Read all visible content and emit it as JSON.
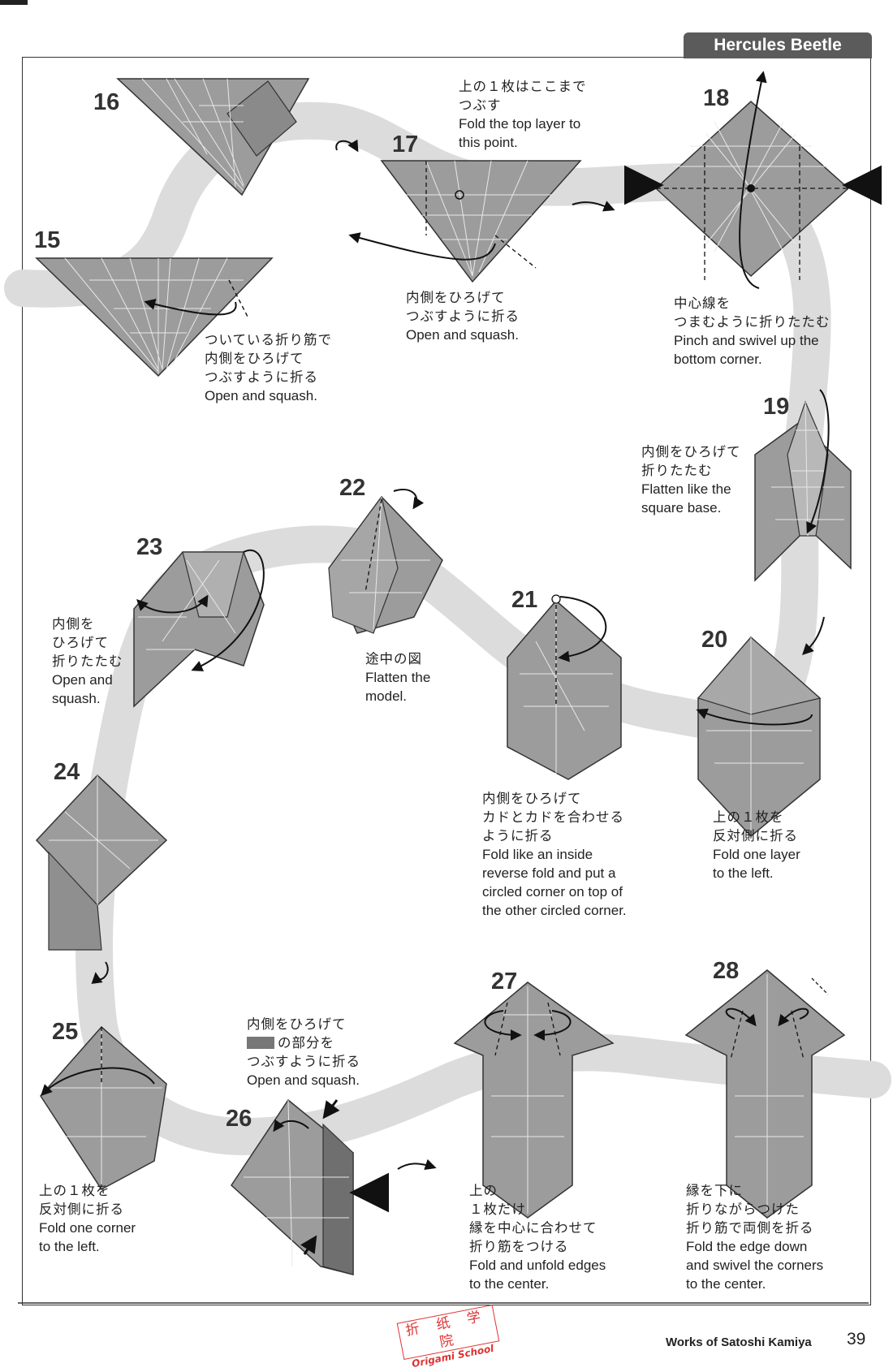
{
  "header": {
    "title": "Hercules Beetle"
  },
  "footer": {
    "author": "Works of Satoshi Kamiya",
    "page_number": "39"
  },
  "stamp": {
    "chinese": "折 纸 学 院",
    "english": "Origami School"
  },
  "colors": {
    "paper": "#9c9c9c",
    "paper_dark": "#6f6f6f",
    "path_band": "#dcdcdc",
    "crease": "#e8e8e8",
    "stamp": "#dd3333"
  },
  "steps": [
    {
      "number": "15",
      "jp": [
        "ついている折り筋で",
        "内側をひろげて",
        "つぶすように折る"
      ],
      "en": [
        "Open and squash."
      ]
    },
    {
      "number": "16",
      "jp": [],
      "en": []
    },
    {
      "number": "17",
      "jp": [
        "内側をひろげて",
        "つぶすように折る"
      ],
      "en": [
        "Open and squash."
      ],
      "note_jp": [
        "上の１枚はここまで",
        "つぶす"
      ],
      "note_en": [
        "Fold the top layer to",
        "this point."
      ]
    },
    {
      "number": "18",
      "jp": [
        "中心線を",
        "つまむように折りたたむ"
      ],
      "en": [
        "Pinch and swivel up the",
        "bottom corner."
      ]
    },
    {
      "number": "19",
      "jp": [
        "内側をひろげて",
        "折りたたむ"
      ],
      "en": [
        "Flatten like the",
        "square base."
      ]
    },
    {
      "number": "20",
      "jp": [
        "上の１枚を",
        "反対側に折る"
      ],
      "en": [
        "Fold one layer",
        "to the left."
      ]
    },
    {
      "number": "21",
      "jp": [
        "内側をひろげて",
        "カドとカドを合わせる",
        "ように折る"
      ],
      "en": [
        "Fold like an inside",
        "reverse fold and put a",
        "circled corner on top of",
        "the other circled corner."
      ]
    },
    {
      "number": "22",
      "jp": [
        "途中の図"
      ],
      "en": [
        "Flatten the",
        "model."
      ]
    },
    {
      "number": "23",
      "jp": [
        "内側を",
        "ひろげて",
        "折りたたむ"
      ],
      "en": [
        "Open and",
        "squash."
      ]
    },
    {
      "number": "24",
      "jp": [],
      "en": []
    },
    {
      "number": "25",
      "jp": [
        "上の１枚を",
        "反対側に折る"
      ],
      "en": [
        "Fold one corner",
        "to the left."
      ]
    },
    {
      "number": "26",
      "jp": [
        "内側をひろげて",
        "の部分を",
        "つぶすように折る"
      ],
      "en": [
        "Open and squash."
      ]
    },
    {
      "number": "27",
      "jp": [
        "上の",
        "１枚だけ",
        "縁を中心に合わせて",
        "折り筋をつける"
      ],
      "en": [
        "Fold and unfold edges",
        "to the center."
      ]
    },
    {
      "number": "28",
      "jp": [
        "縁を下に",
        "折りながらつけた",
        "折り筋で両側を折る"
      ],
      "en": [
        "Fold the edge down",
        "and swivel the corners",
        "to the center."
      ]
    }
  ]
}
